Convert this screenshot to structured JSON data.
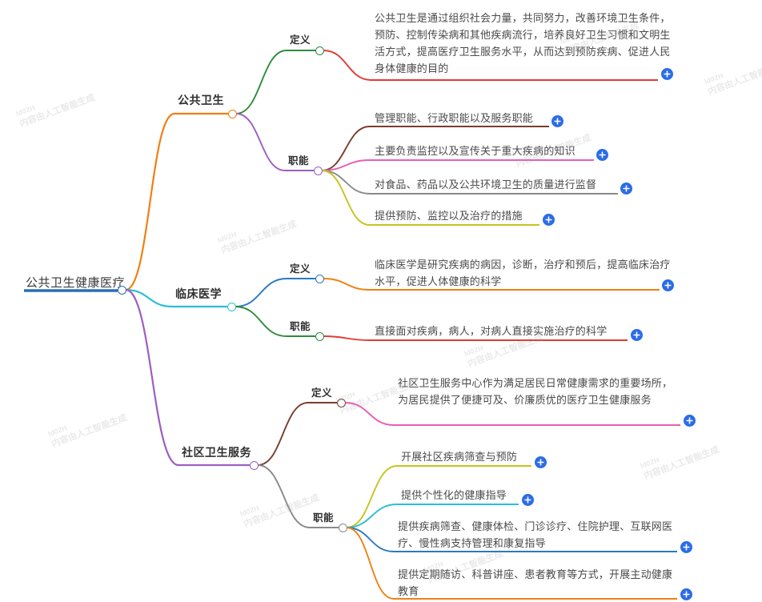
{
  "palette": {
    "root_underline": "#2a6fb5",
    "root_dot": "#2a6fb5",
    "orange": "#ef8013",
    "green": "#2e8b3d",
    "purple": "#9b5fc0",
    "red": "#e03b34",
    "brown": "#7a3e2e",
    "pink": "#e85fb5",
    "gray": "#8a8a8a",
    "yellow": "#c8c420",
    "cyan": "#2bbfd4",
    "blue": "#2a78c2",
    "plus_blue": "#2b6ce8"
  },
  "watermark": {
    "tag": "Id02H",
    "text": "内容由人工智能生成"
  },
  "root": {
    "label": "公共卫生健康医疗"
  },
  "plus_label": "+",
  "topics": [
    {
      "label": "公共卫生",
      "branch_color": "#ef8013",
      "subtopics": [
        {
          "label": "定义",
          "branch_color": "#2e8b3d",
          "leaves": [
            {
              "text": "公共卫生是通过组织社会力量，共同努力，改善环境卫生条件，预防、控制传染病和其他疾病流行，培养良好卫生习惯和文明生活方式，提高医疗卫生服务水平，从而达到预防疾病、促进人民身体健康的目的",
              "color": "#e03b34"
            }
          ]
        },
        {
          "label": "职能",
          "branch_color": "#9b5fc0",
          "leaves": [
            {
              "text": "管理职能、行政职能以及服务职能",
              "color": "#7a3e2e"
            },
            {
              "text": "主要负责监控以及宣传关于重大疾病的知识",
              "color": "#e85fb5"
            },
            {
              "text": "对食品、药品以及公共环境卫生的质量进行监督",
              "color": "#8a8a8a"
            },
            {
              "text": "提供预防、监控以及治疗的措施",
              "color": "#c8c420"
            }
          ]
        }
      ]
    },
    {
      "label": "临床医学",
      "branch_color": "#2bbfd4",
      "subtopics": [
        {
          "label": "定义",
          "branch_color": "#2a78c2",
          "leaves": [
            {
              "text": "临床医学是研究疾病的病因，诊断，治疗和预后，提高临床治疗水平，促进人体健康的科学",
              "color": "#ef8013"
            }
          ]
        },
        {
          "label": "职能",
          "branch_color": "#2e8b3d",
          "leaves": [
            {
              "text": "直接面对疾病，病人，对病人直接实施治疗的科学",
              "color": "#e03b34"
            }
          ]
        }
      ]
    },
    {
      "label": "社区卫生服务",
      "branch_color": "#9b5fc0",
      "subtopics": [
        {
          "label": "定义",
          "branch_color": "#7a3e2e",
          "leaves": [
            {
              "text": "社区卫生服务中心作为满足居民日常健康需求的重要场所，为居民提供了便捷可及、价廉质优的医疗卫生健康服务",
              "color": "#e85fb5"
            }
          ]
        },
        {
          "label": "职能",
          "branch_color": "#8a8a8a",
          "leaves": [
            {
              "text": "开展社区疾病筛查与预防",
              "color": "#c8c420"
            },
            {
              "text": "提供个性化的健康指导",
              "color": "#2bbfd4"
            },
            {
              "text": "提供疾病筛查、健康体检、门诊诊疗、住院护理、互联网医疗、慢性病支持管理和康复指导",
              "color": "#2a78c2"
            },
            {
              "text": "提供定期随访、科普讲座、患者教育等方式，开展主动健康教育",
              "color": "#ef8013"
            }
          ]
        }
      ]
    }
  ]
}
